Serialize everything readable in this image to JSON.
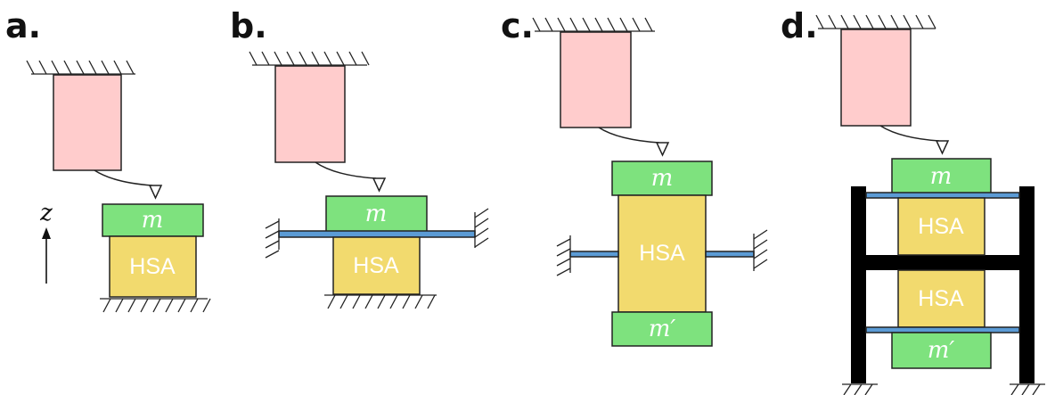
{
  "colors": {
    "actuator": "#ffcccc",
    "mass": "#7ee27e",
    "hsa": "#f2da6e",
    "flexure": "#5b9bd5",
    "frame": "#000000",
    "outline": "#222222"
  },
  "axis": {
    "label": "z"
  },
  "panels": [
    {
      "id": "a",
      "label": "a.",
      "mass_top": "m",
      "hsa": [
        "HSA"
      ]
    },
    {
      "id": "b",
      "label": "b.",
      "mass_top": "m",
      "hsa": [
        "HSA"
      ]
    },
    {
      "id": "c",
      "label": "c.",
      "mass_top": "m",
      "hsa": [
        "HSA"
      ],
      "mass_bottom": "m′"
    },
    {
      "id": "d",
      "label": "d.",
      "mass_top": "m",
      "hsa": [
        "HSA",
        "HSA"
      ],
      "mass_bottom": "m′"
    }
  ]
}
